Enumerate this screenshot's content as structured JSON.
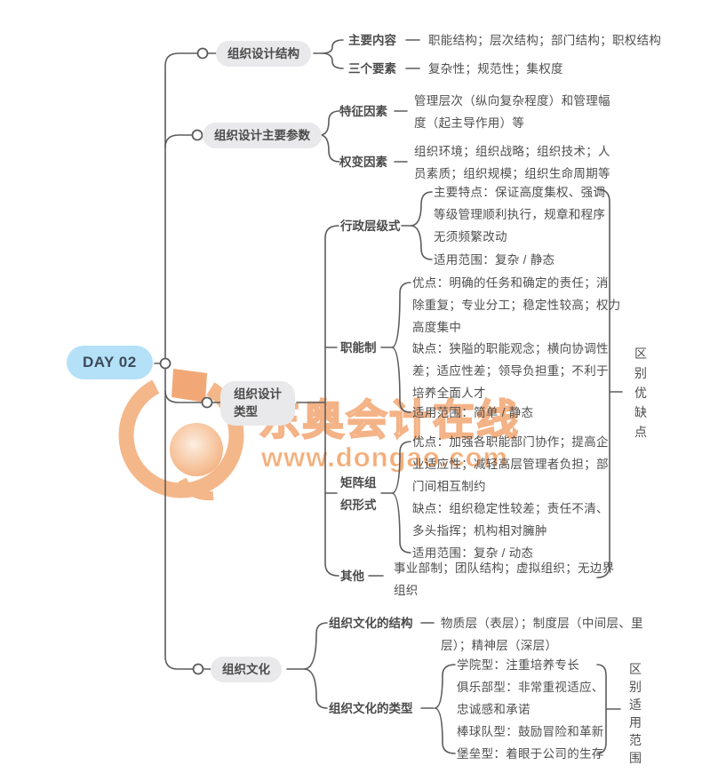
{
  "root": {
    "label": "DAY 02"
  },
  "watermark": {
    "brand_text": "东奥会计在线",
    "url_text": "www.dongao.com",
    "orange": "#f09a5f"
  },
  "colors": {
    "topic_bg": "#e9e9eb",
    "root_bg": "#b4e1f8",
    "line": "#5c5c5c"
  },
  "branches": {
    "b1": {
      "title": "组织设计结构",
      "children": [
        {
          "label": "主要内容",
          "text": "职能结构；层次结构；部门结构；职权结构"
        },
        {
          "label": "三个要素",
          "text": "复杂性；规范性；集权度"
        }
      ]
    },
    "b2": {
      "title": "组织设计主要参数",
      "children": [
        {
          "label": "特征因素",
          "text": "管理层次（纵向复杂程度）和管理幅\n度（起主导作用）等"
        },
        {
          "label": "权变因素",
          "text": "组织环境；组织战略；组织技术；人\n员素质；组织规模；组织生命周期等"
        }
      ]
    },
    "b3": {
      "title": "组织设计\n类型",
      "side_note": "区\n别\n优\n缺\n点",
      "children": {
        "xingzheng": {
          "label": "行政层级式",
          "features": "主要特点：保证高度集权、强调\n等级管理顺利执行，规章和程序\n无须频繁改动",
          "scope": "适用范围：复杂 / 静态"
        },
        "zhineng": {
          "label": "职能制",
          "pros": "优点：明确的任务和确定的责任；消\n除重复；专业分工；稳定性较高；权力\n高度集中",
          "cons": "缺点：狭隘的职能观念；横向协调性\n差；适应性差；领导负担重；不利于\n培养全面人才",
          "scope": "适用范围：简单 / 静态"
        },
        "juzhen": {
          "label": "矩阵组\n织形式",
          "pros": "优点：加强各职能部门协作；提高企\n业适应性；减轻高层管理者负担；部\n门间相互制约",
          "cons": "缺点：组织稳定性较差；责任不清、\n多头指挥；机构相对臃肿",
          "scope": "适用范围：复杂 / 动态"
        },
        "qita": {
          "label": "其他",
          "text": "事业部制；团队结构；虚拟组织；无边界\n组织"
        }
      }
    },
    "b4": {
      "title": "组织文化",
      "side_note": "区\n别\n适\n用\n范\n围",
      "children": {
        "jiegou": {
          "label": "组织文化的结构",
          "text": "物质层（表层）；制度层（中间层、里\n层）；精神层（深层）"
        },
        "leixing": {
          "label": "组织文化的类型",
          "items": [
            "学院型：注重培养专长",
            "俱乐部型：非常重视适应、\n忠诚感和承诺",
            "棒球队型：鼓励冒险和革新",
            "堡垒型：着眼于公司的生存"
          ]
        }
      }
    }
  }
}
